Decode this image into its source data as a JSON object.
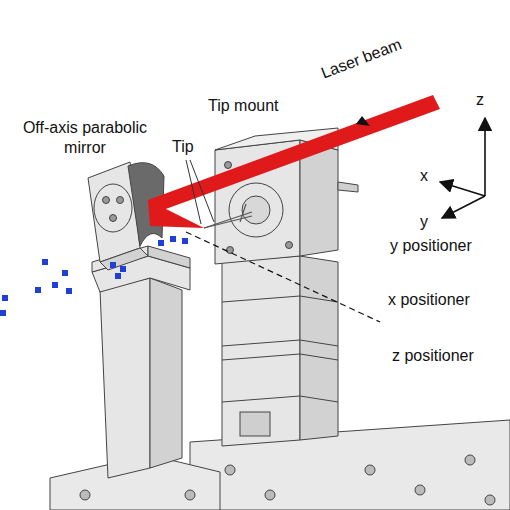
{
  "diagram": {
    "labels": [
      "Tip mount",
      "Laser beam",
      "z",
      "Off-axis parabolic mirror",
      "Tip",
      "x",
      "y",
      "y positioner",
      "x positioner",
      "z positioner"
    ]
  }
}
